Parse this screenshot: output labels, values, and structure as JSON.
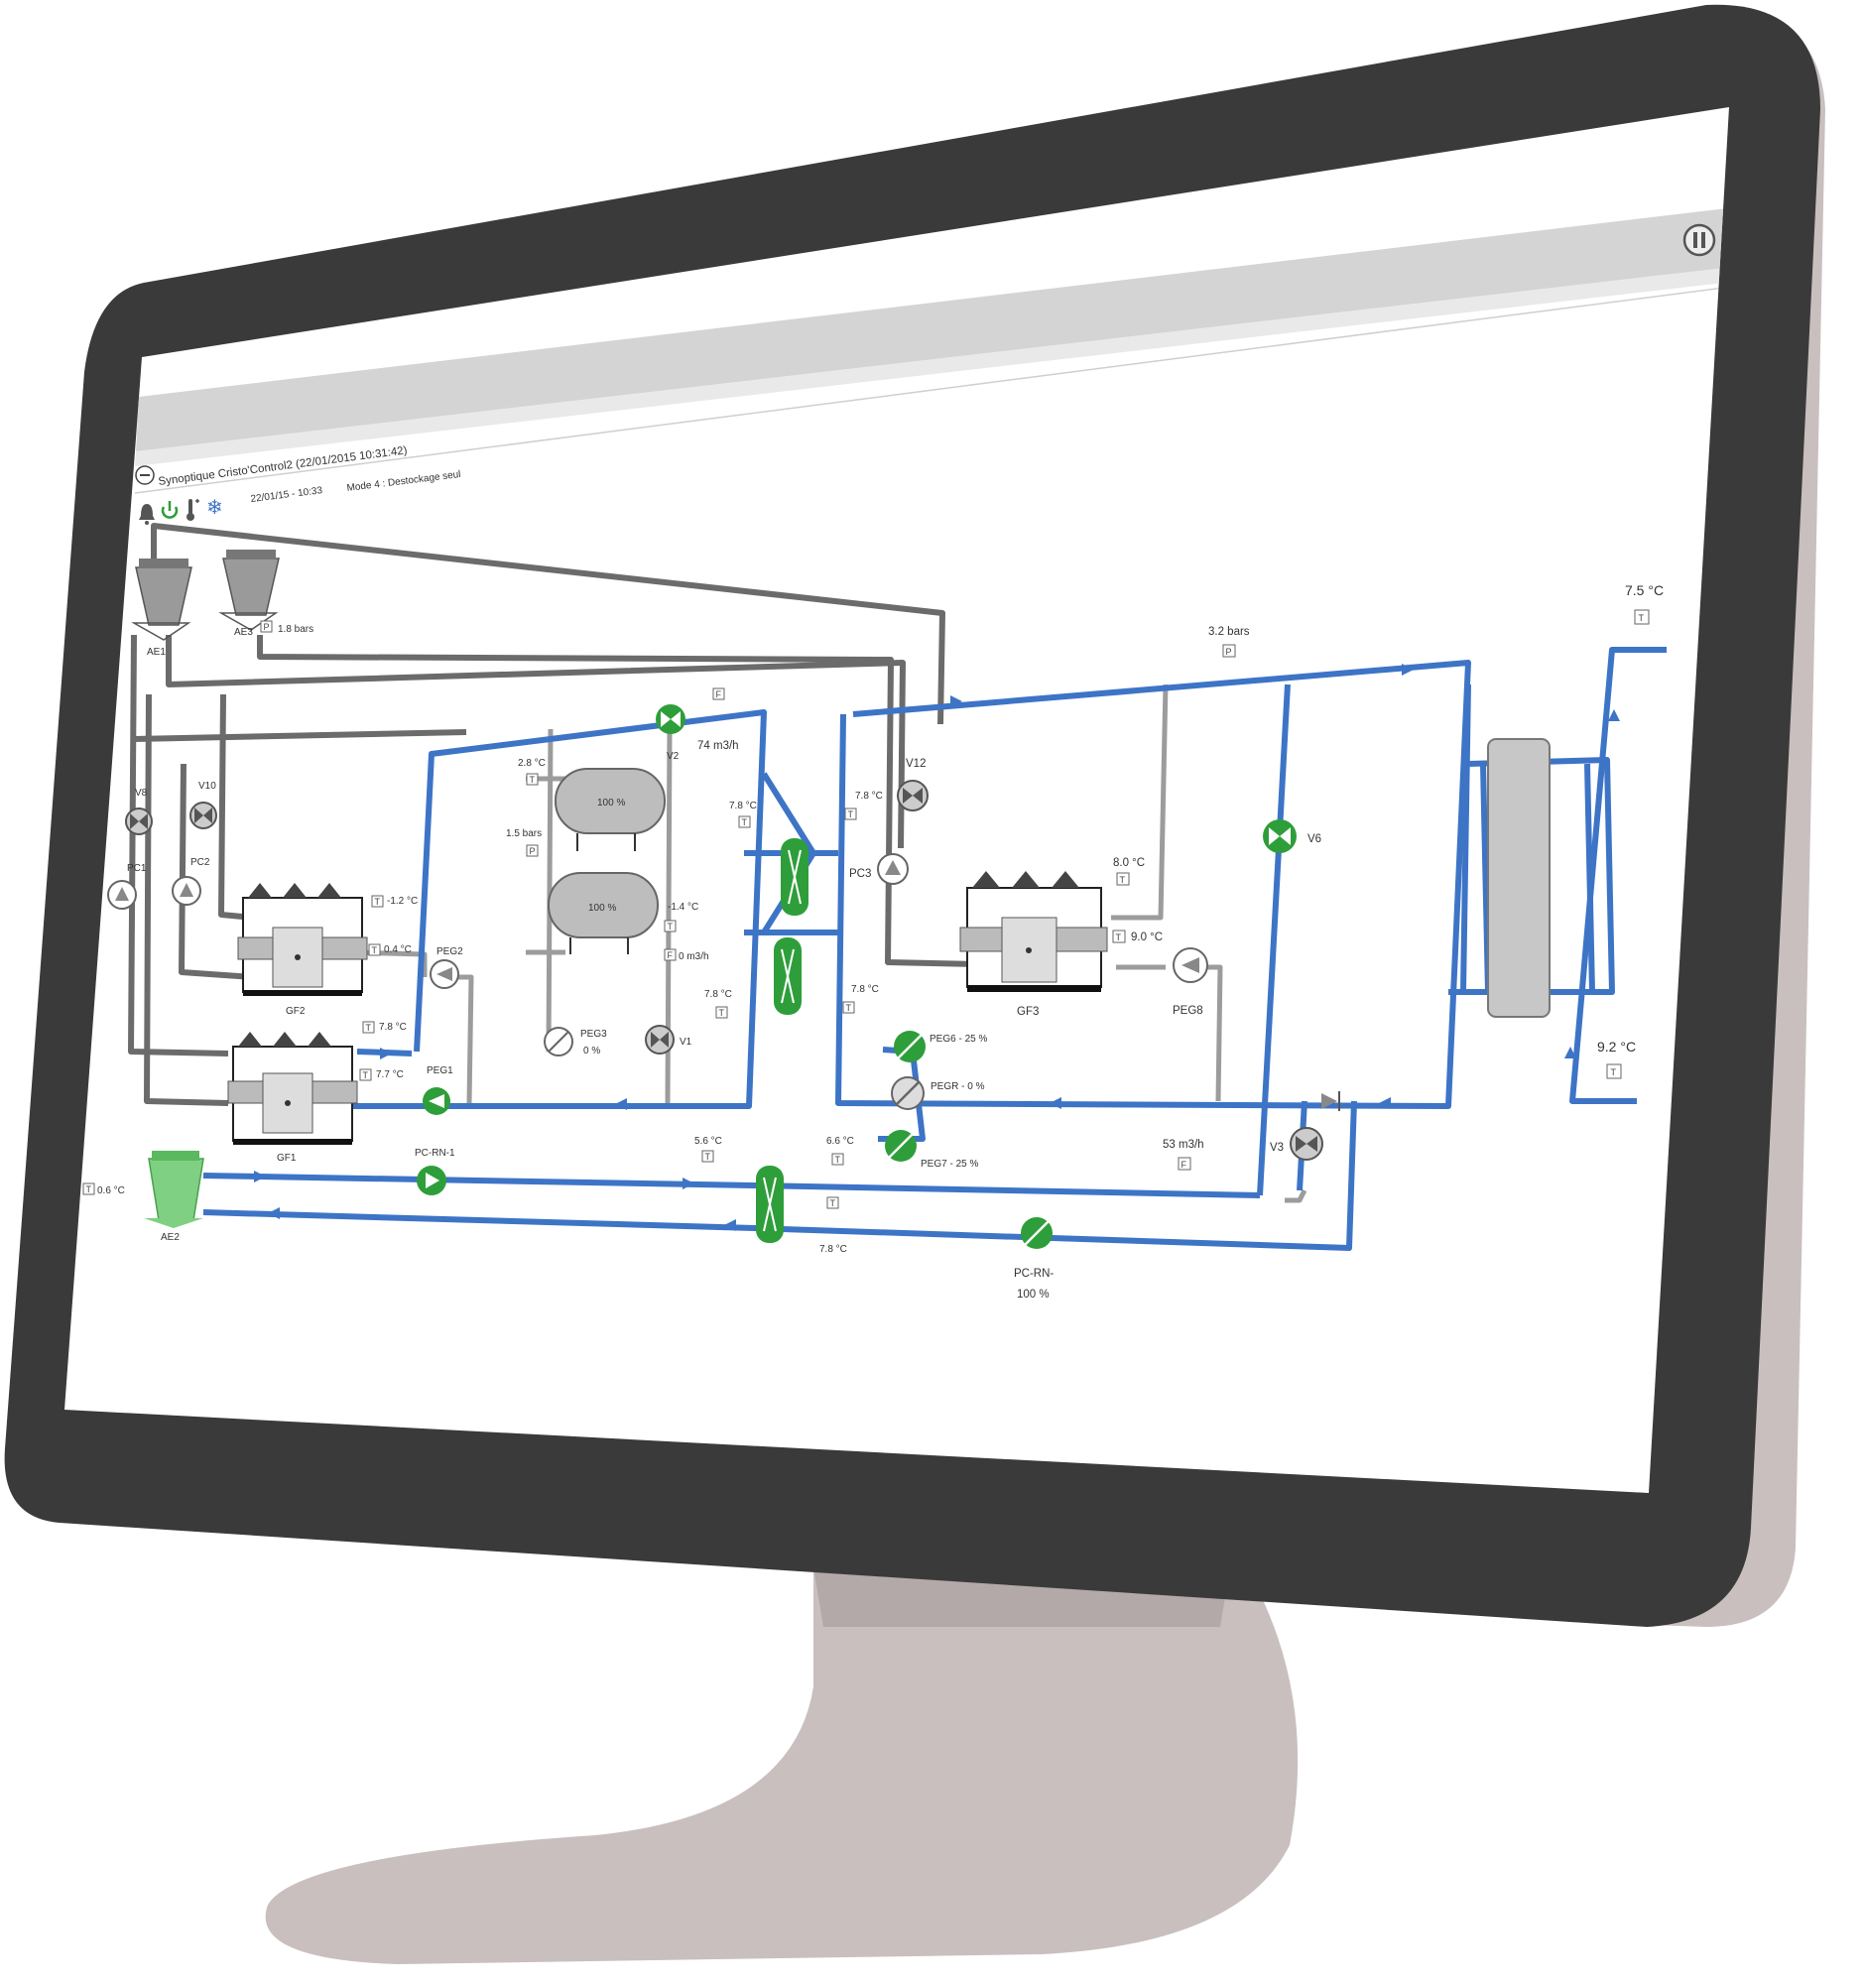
{
  "window": {
    "title": "Synoptique Cristo'Control2 (22/01/2015 10:31:42)",
    "datetime": "22/01/15 - 10:33",
    "mode": "Mode 4 : Destockage seul"
  },
  "toolbar": {
    "icons": [
      "bell-icon",
      "power-icon",
      "thermometer-icon",
      "snowflake-icon"
    ],
    "colors": {
      "power": "#2e9e3a",
      "snowflake": "#3d74c6"
    }
  },
  "colors": {
    "active_blue": "#3d74c6",
    "idle_grey": "#6b6b6b",
    "active_green": "#2e9e3a",
    "frame": "#3a3a3a",
    "stand": "#c9bfbf"
  },
  "equipment": {
    "ae1": "AE1",
    "ae3": "AE3",
    "ae2": "AE2",
    "gf1": "GF1",
    "gf2": "GF2",
    "gf3": "GF3",
    "pc1": "PC1",
    "pc2": "PC2",
    "pc3": "PC3",
    "v8": "V8",
    "v10": "V10",
    "v12": "V12",
    "v2": "V2",
    "v1": "V1",
    "v6": "V6",
    "v3": "V3",
    "peg1": "PEG1",
    "peg2": "PEG2",
    "peg3": "PEG3",
    "peg3_value": "0 %",
    "peg8": "PEG8",
    "peg6": "PEG6 - 25 %",
    "pegr": "PEGR - 0 %",
    "peg7": "PEG7 - 25 %",
    "pc_rn_1": "PC-RN-1",
    "pc_rn": "PC-RN-",
    "pc_rn_value": "100 %",
    "tank_top": "100 %",
    "tank_bottom": "100 %"
  },
  "readings": {
    "ae3_pressure": "1.8 bars",
    "main_pressure": "3.2 bars",
    "v2_flow": "74 m3/h",
    "tank_t_top": "2.8 °C",
    "tank_p": "1.5 bars",
    "tank_t_out": "-1.4 °C",
    "tank_flow": "0 m3/h",
    "gf2_t1": "-1.2 °C",
    "gf2_t2": "0.4 °C",
    "gf1_t1": "7.8 °C",
    "gf1_t2": "7.7 °C",
    "hx_left_t1": "7.8 °C",
    "hx_left_t2": "7.8 °C",
    "pc3_t1": "7.8 °C",
    "pc3_t2": "7.8 °C",
    "gf3_t1": "8.0 °C",
    "gf3_t2": "9.0 °C",
    "out_t": "7.5 °C",
    "ret_t": "9.2 °C",
    "ae2_t": "0.6 °C",
    "rn_t1": "5.6 °C",
    "rn_t2": "6.6 °C",
    "rn_t3": "7.8 °C",
    "v3_flow": "53 m3/h"
  },
  "sensor_letters": {
    "t": "T",
    "p": "P",
    "f": "F"
  }
}
